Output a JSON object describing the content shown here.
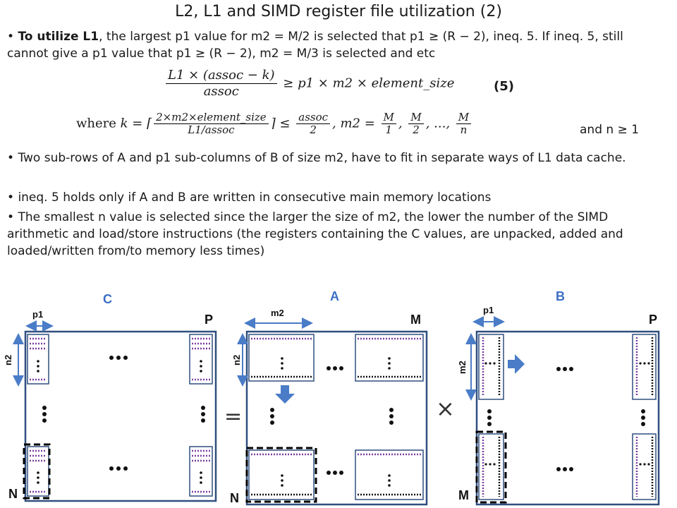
{
  "title": "L2, L1 and SIMD register file utilization (2)",
  "bullet1": {
    "lead": "To utilize L1",
    "text": ", the largest p1 value for m2 = M/2 is selected that p1 ≥ (R − 2), ineq. 5. If ineq. 5, still cannot give a p1 value that p1 ≥ (R − 2), m2 = M/3 is selected and etc"
  },
  "formula5": {
    "num": "L1 × (assoc − k)",
    "den": "assoc",
    "rhs": "≥ p1 × m2 × element_size",
    "eq_number": "(5)"
  },
  "formula_k": {
    "where": "where",
    "k_lhs": "k = ⌈",
    "k_num": "2×m2×element_size",
    "k_den": "L1/assoc",
    "k_close": "⌉ ≤",
    "a_num": "assoc",
    "a_den": "2",
    "m2": ", m2 =",
    "f1_num": "M",
    "f1_den": "1",
    "f2_num": "M",
    "f2_den": "2",
    "dots": ", ...,",
    "fn_num": "M",
    "fn_den": "n",
    "cond": "and n ≥ 1"
  },
  "bullet2": "Two sub-rows of A and p1 sub-columns of B of size m2, have to fit in separate ways of L1 data cache.",
  "bullet3": "ineq. 5 holds only if A and B are written in consecutive main memory locations",
  "bullet4": "The smallest n value is selected since the larger the size of m2, the lower the number of the SIMD arithmetic and load/store instructions (the registers containing the C values, are unpacked, added and loaded/written from/to memory less times)",
  "diagram": {
    "matrix_c": {
      "name": "C",
      "top_dim": "p1",
      "side_dim": "n2",
      "cols": "P",
      "rows": "N"
    },
    "matrix_a": {
      "name": "A",
      "top_dim": "m2",
      "side_dim": "n2",
      "cols": "M",
      "rows": "N"
    },
    "matrix_b": {
      "name": "B",
      "top_dim": "p1",
      "side_dim": "m2",
      "cols": "P",
      "rows": "M"
    },
    "ops": {
      "equals": "=",
      "times": "×"
    },
    "colors": {
      "border": "#2f4f7f",
      "dotted": "#7b3fa0",
      "label_blue": "#3a6fc4",
      "arrow": "#4a7cc7"
    }
  }
}
